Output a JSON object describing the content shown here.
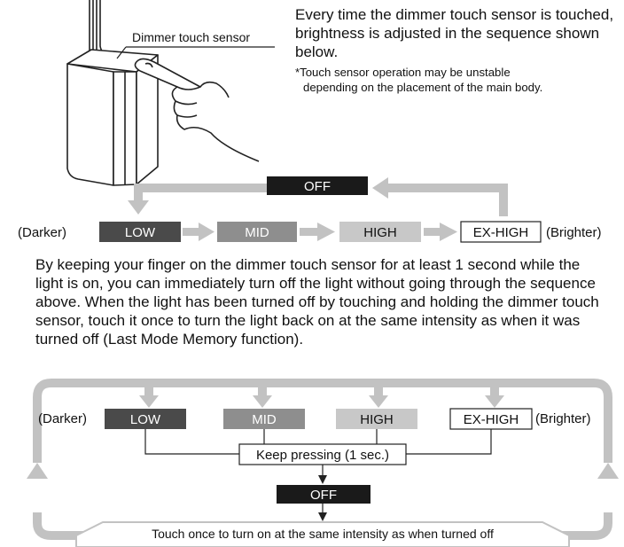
{
  "sensor_label": "Dimmer touch sensor",
  "intro_text": "Every time the dimmer touch sensor is touched, brightness is adjusted in the sequence shown below.",
  "note_line1": "*Touch sensor operation may be unstable",
  "note_line2": "depending on the placement of the main body.",
  "sequence": {
    "darker_label": "(Darker)",
    "brighter_label": "(Brighter)",
    "off_label": "OFF",
    "levels": [
      "LOW",
      "MID",
      "HIGH",
      "EX-HIGH"
    ]
  },
  "description": "By keeping your finger on the dimmer touch sensor for at least 1 second while the light is on, you can immediately turn off the light without going through the sequence above. When the light has been turned off by touching and holding the dimmer touch sensor, touch it once to turn the light back on at the same intensity as when it was turned off (Last Mode Memory function).",
  "memory": {
    "darker_label": "(Darker)",
    "brighter_label": "(Brighter)",
    "levels": [
      "LOW",
      "MID",
      "HIGH",
      "EX-HIGH"
    ],
    "keep_pressing_label": "Keep pressing (1 sec.)",
    "off_label": "OFF",
    "touch_once_label": "Touch once to turn on at the same intensity as when turned off"
  },
  "colors": {
    "low_fill": "#4a4a4a",
    "mid_fill": "#8e8e8e",
    "high_fill": "#c8c8c8",
    "off_fill": "#1a1a1a",
    "arrow_gray": "#c2c2c2"
  }
}
